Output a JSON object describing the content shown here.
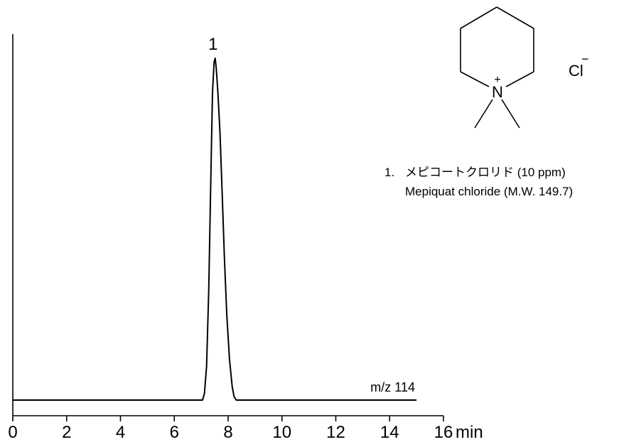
{
  "chart_data": {
    "type": "line",
    "x_unit": "min",
    "xlim": [
      0,
      16
    ],
    "x_ticks": [
      0,
      2,
      4,
      6,
      8,
      10,
      12,
      14,
      16
    ],
    "x_tick_labels": [
      "0",
      "2",
      "4",
      "6",
      "8",
      "10",
      "12",
      "14",
      "16"
    ],
    "series": [
      {
        "name": "m/z 114",
        "x": [
          0,
          7.05,
          7.12,
          7.2,
          7.28,
          7.35,
          7.42,
          7.48,
          7.52,
          7.56,
          7.62,
          7.7,
          7.78,
          7.86,
          7.95,
          8.05,
          8.15,
          8.22,
          8.3,
          15.0
        ],
        "y": [
          0,
          0,
          0.02,
          0.1,
          0.32,
          0.62,
          0.9,
          0.99,
          1.0,
          0.97,
          0.9,
          0.78,
          0.6,
          0.42,
          0.25,
          0.12,
          0.04,
          0.01,
          0,
          0
        ]
      }
    ],
    "peaks": [
      {
        "label": "1",
        "x": 7.52
      }
    ]
  },
  "compound": {
    "number": "1.",
    "name_ja": "メピコートクロリド",
    "concentration": "(10 ppm)",
    "name_en": "Mepiquat chloride (M.W. 149.7)"
  },
  "structure": {
    "nitrogen": "N",
    "plus": "+",
    "counter_ion": "Cl",
    "counter_ion_charge": "−"
  }
}
